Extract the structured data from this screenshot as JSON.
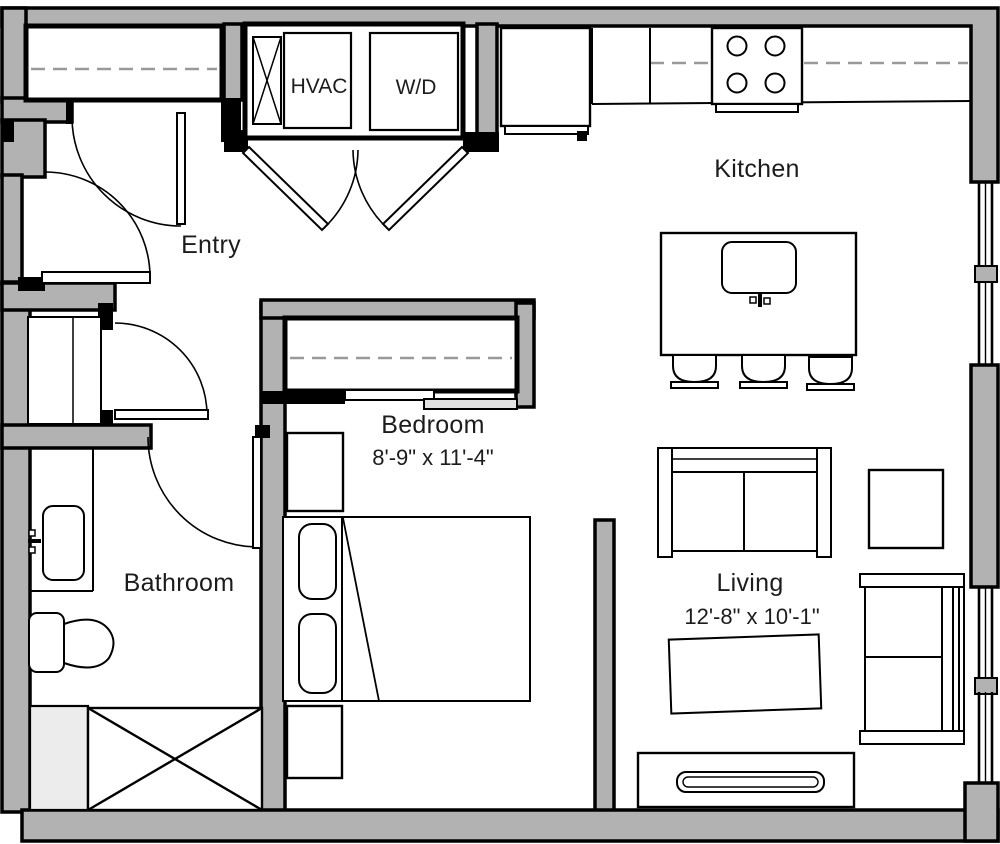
{
  "floorplan": {
    "rooms": {
      "entry": {
        "label": "Entry"
      },
      "kitchen": {
        "label": "Kitchen"
      },
      "bathroom": {
        "label": "Bathroom"
      },
      "bedroom": {
        "label": "Bedroom",
        "dimensions": "8'-9\" x 11'-4\""
      },
      "living": {
        "label": "Living",
        "dimensions": "12'-8\" x 10'-1\""
      },
      "hvac_closet": {
        "label": "HVAC"
      },
      "laundry_closet": {
        "label": "W/D"
      }
    },
    "colors": {
      "wall_fill": "#b2b2b2",
      "line": "#000000",
      "dashed_line": "#999999",
      "shower_pan": "#ececec",
      "background": "#ffffff"
    }
  }
}
